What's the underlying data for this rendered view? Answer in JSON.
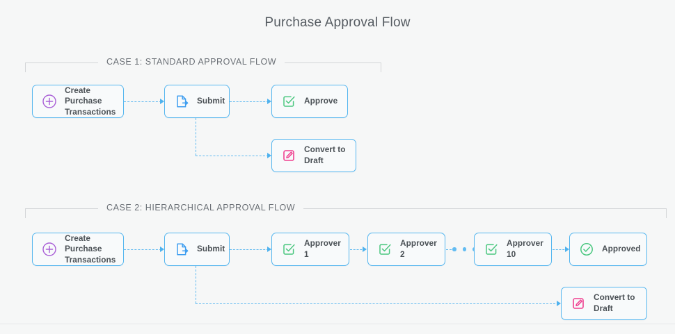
{
  "title": "Purchase Approval Flow",
  "theme": {
    "background": "#f6f7f7",
    "node_border": "#55b6ef",
    "node_fill": "#f8fafb",
    "connector": "#5fb9f0",
    "frame_border": "#d3d5d7",
    "text": "#4b5156",
    "icon_purple": "#a95fd6",
    "icon_blue": "#3f9ef0",
    "icon_green": "#4ac77f",
    "icon_pink": "#ef3f8f"
  },
  "groups": [
    {
      "id": "case1",
      "label": "CASE 1: STANDARD APPROVAL FLOW"
    },
    {
      "id": "case2",
      "label": "CASE 2: HIERARCHICAL APPROVAL FLOW"
    }
  ],
  "case1": {
    "nodes": [
      {
        "id": "create",
        "label": "Create Purchase\nTransactions",
        "icon": "plus-circle-icon"
      },
      {
        "id": "submit",
        "label": "Submit",
        "icon": "document-submit-icon"
      },
      {
        "id": "approve",
        "label": "Approve",
        "icon": "checkbox-check-icon"
      },
      {
        "id": "draft",
        "label": "Convert to Draft",
        "icon": "edit-square-icon"
      }
    ]
  },
  "case2": {
    "nodes": [
      {
        "id": "create",
        "label": "Create Purchase\nTransactions",
        "icon": "plus-circle-icon"
      },
      {
        "id": "submit",
        "label": "Submit",
        "icon": "document-submit-icon"
      },
      {
        "id": "approver1",
        "label": "Approver 1",
        "icon": "checkbox-check-icon"
      },
      {
        "id": "approver2",
        "label": "Approver 2",
        "icon": "checkbox-check-icon"
      },
      {
        "id": "approver10",
        "label": "Approver 10",
        "icon": "checkbox-check-icon"
      },
      {
        "id": "approved",
        "label": "Approved",
        "icon": "circle-check-icon"
      },
      {
        "id": "draft",
        "label": "Convert to Draft",
        "icon": "edit-square-icon"
      }
    ],
    "ellipsis": "•••"
  }
}
